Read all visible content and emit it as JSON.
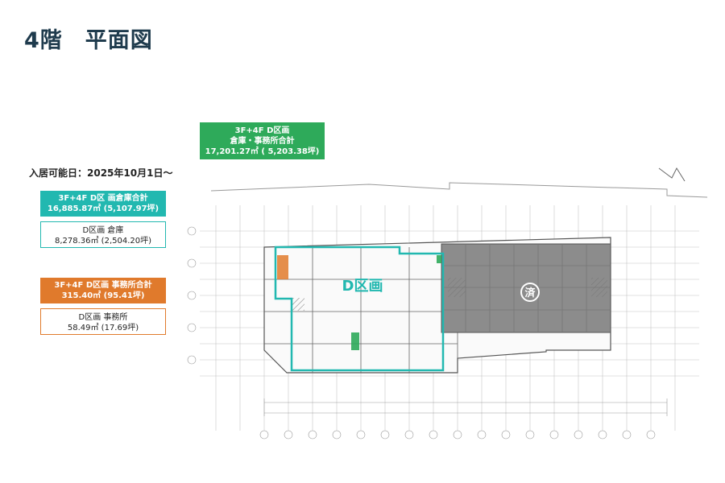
{
  "page": {
    "title": "4階　平面図"
  },
  "move_in": "入居可能日：2025年10月1日～",
  "summary_total": {
    "line1": "3F+4F D区画",
    "line2": "倉庫・事務所合計",
    "line3": "17,201.27㎡ ( 5,203.38坪)"
  },
  "warehouse_total": {
    "line1": "3F+4F D区 画倉庫合計",
    "line2": "16,885.87㎡ (5,107.97坪)"
  },
  "warehouse_d": {
    "line1": "D区画 倉庫",
    "line2": "8,278.36㎡ (2,504.20坪)"
  },
  "office_total": {
    "line1": "3F+4F D区画 事務所合計",
    "line2": "315.40㎡ (95.41坪)"
  },
  "office_d": {
    "line1": "D区画 事務所",
    "line2": "58.49㎡ (17.69坪)"
  },
  "floor_plan": {
    "d_block_label": "D区画",
    "taken_label": "済"
  },
  "colors": {
    "teal": "#22b8b0",
    "orange": "#e07a2c",
    "green": "#2eaa5a",
    "gray_block": "#8c8c8c",
    "title": "#1f3b4d"
  }
}
